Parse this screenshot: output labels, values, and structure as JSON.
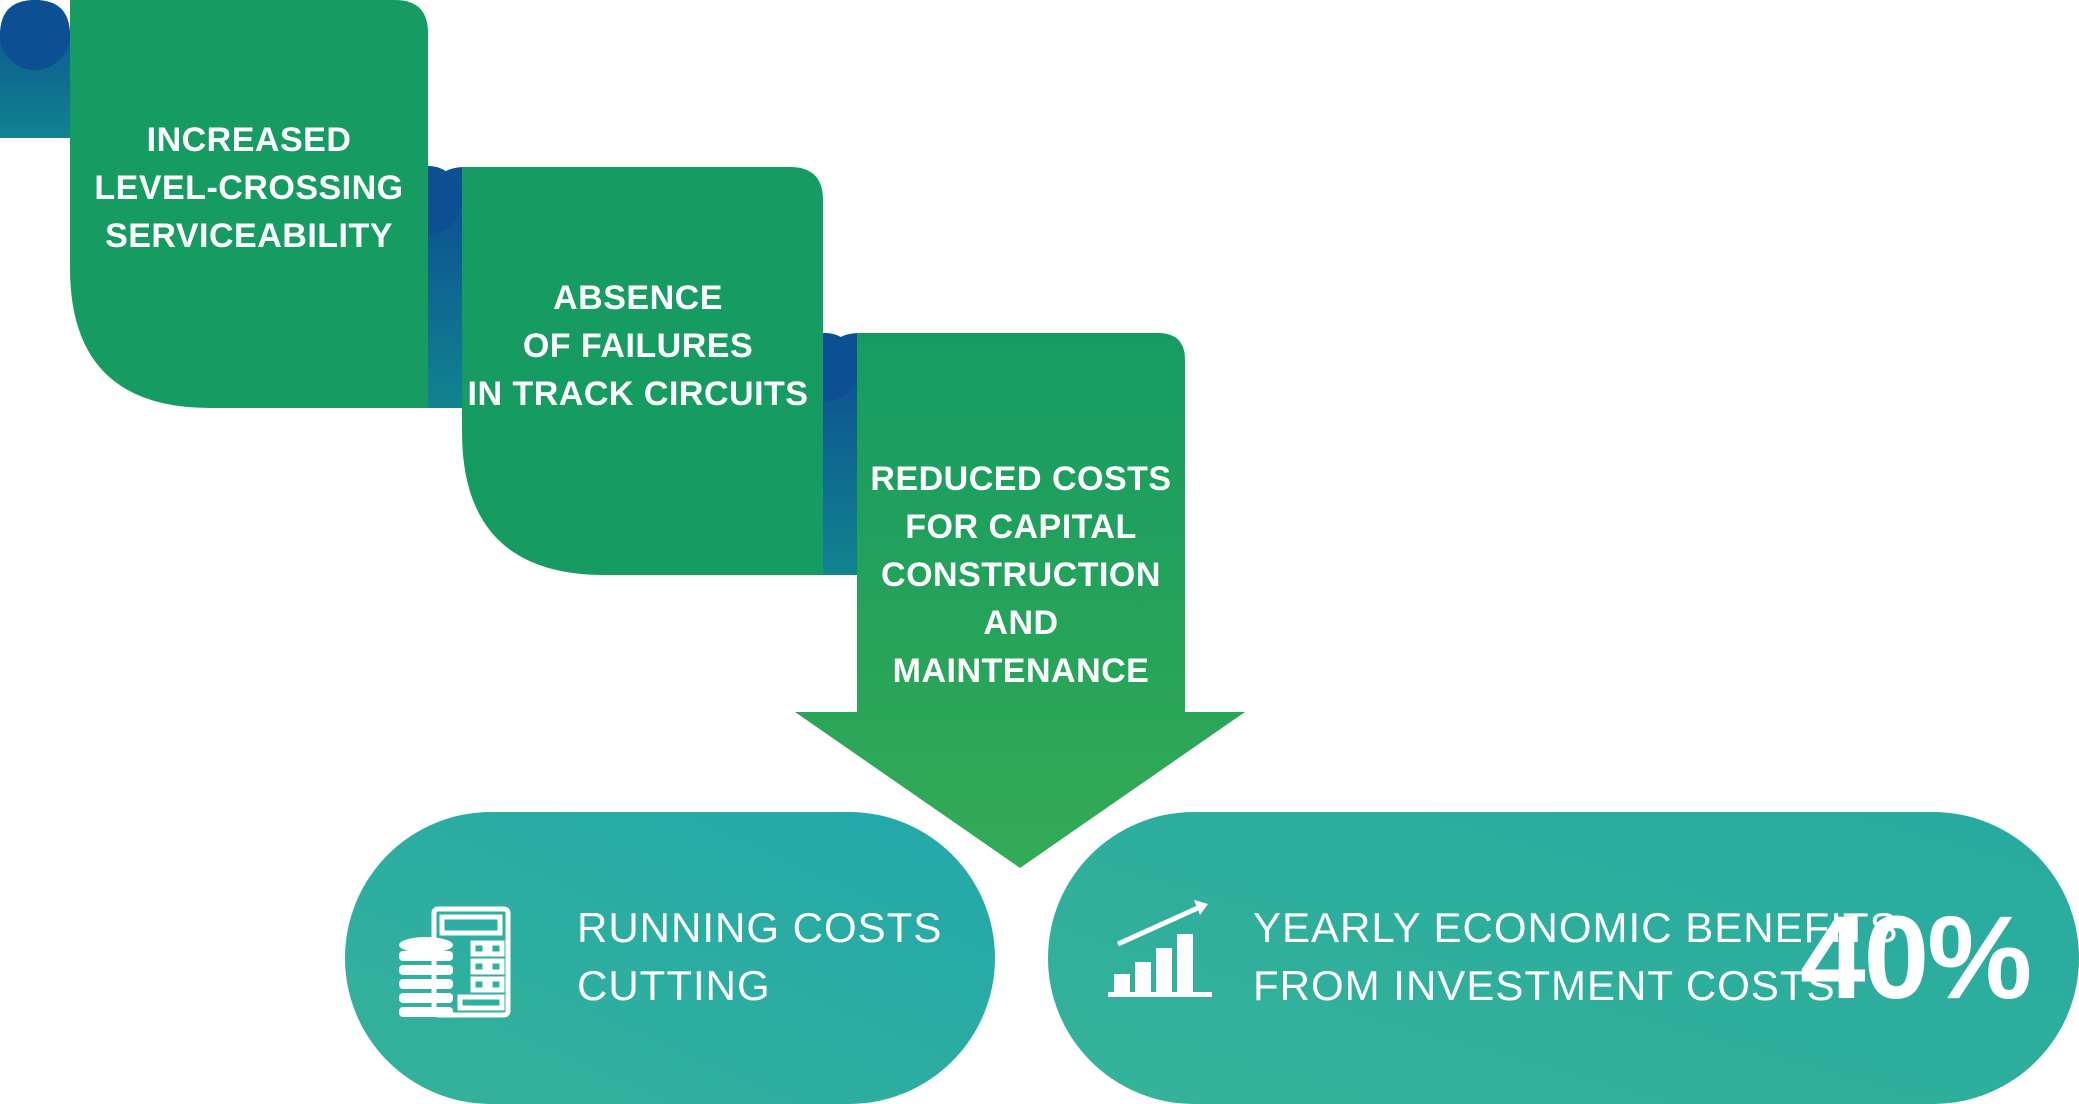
{
  "steps": [
    {
      "lines": [
        "INCREASED",
        "LEVEL-CROSSING",
        "SERVICEABILITY"
      ]
    },
    {
      "lines": [
        "ABSENCE",
        "OF FAILURES",
        "IN TRACK CIRCUITS"
      ]
    },
    {
      "lines": [
        "REDUCED COSTS",
        "FOR CAPITAL",
        "CONSTRUCTION",
        "AND MAINTENANCE"
      ]
    }
  ],
  "pills": {
    "running": {
      "lines": [
        "RUNNING COSTS",
        "CUTTING"
      ],
      "icon": "calculator-coins-icon"
    },
    "yearly": {
      "lines": [
        "YEARLY ECONOMIC BENEFITS",
        "FROM INVESTMENT COSTS"
      ],
      "icon": "growth-chart-icon",
      "value": "40%"
    }
  },
  "colors": {
    "green": "#169B62",
    "green_light": "#2FA85A",
    "blue": "#0C5192",
    "teal": "#2EAD9C"
  }
}
